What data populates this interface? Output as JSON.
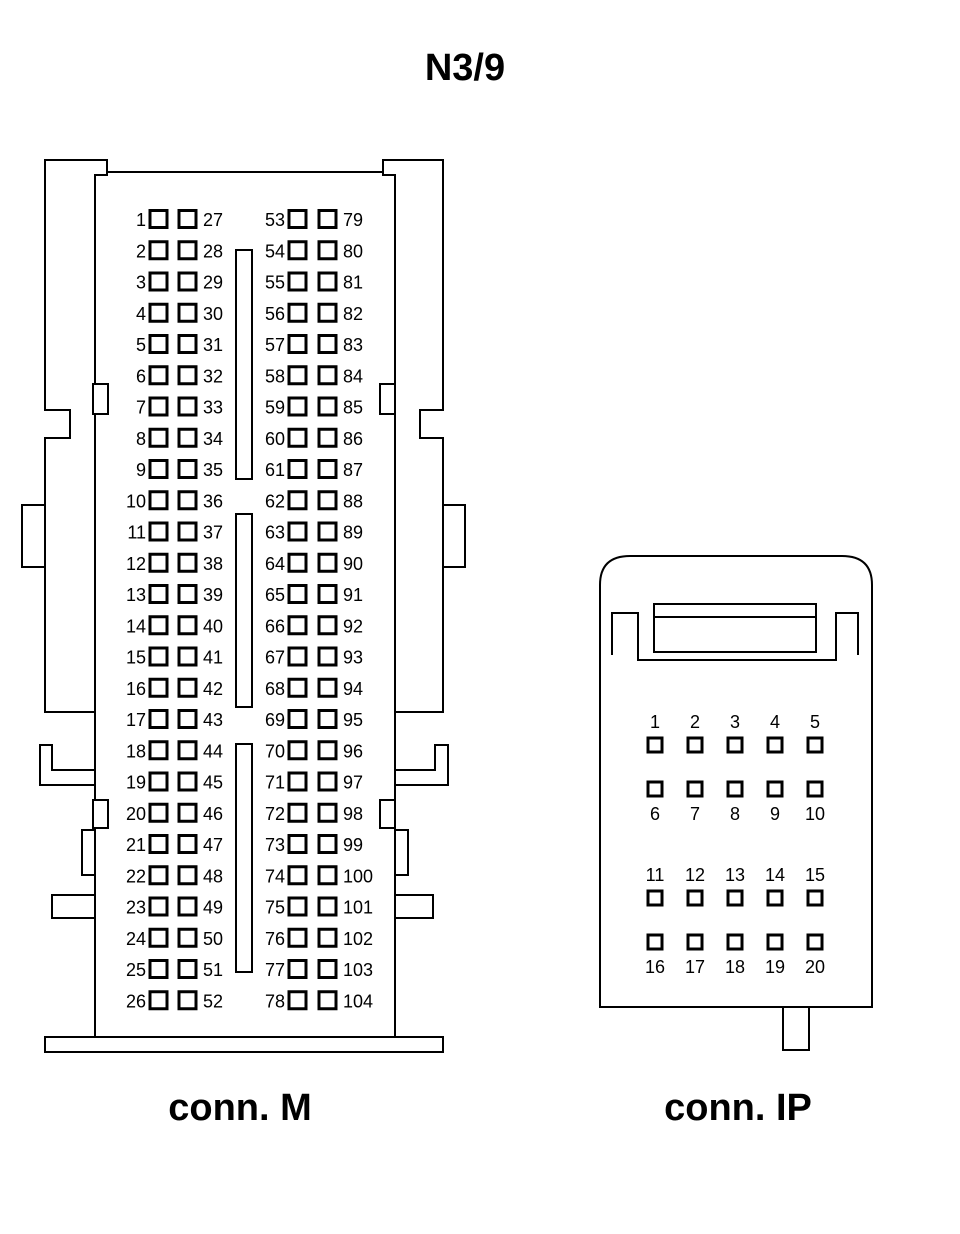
{
  "title": "N3/9",
  "connector_m": {
    "caption": "conn. M",
    "left_column": {
      "outer": [
        "1",
        "2",
        "3",
        "4",
        "5",
        "6",
        "7",
        "8",
        "9",
        "10",
        "11",
        "12",
        "13",
        "14",
        "15",
        "16",
        "17",
        "18",
        "19",
        "20",
        "21",
        "22",
        "23",
        "24",
        "25",
        "26"
      ],
      "inner": [
        "27",
        "28",
        "29",
        "30",
        "31",
        "32",
        "33",
        "34",
        "35",
        "36",
        "37",
        "38",
        "39",
        "40",
        "41",
        "42",
        "43",
        "44",
        "45",
        "46",
        "47",
        "48",
        "49",
        "50",
        "51",
        "52"
      ]
    },
    "right_column": {
      "inner": [
        "53",
        "54",
        "55",
        "56",
        "57",
        "58",
        "59",
        "60",
        "61",
        "62",
        "63",
        "64",
        "65",
        "66",
        "67",
        "68",
        "69",
        "70",
        "71",
        "72",
        "73",
        "74",
        "75",
        "76",
        "77",
        "78"
      ],
      "outer": [
        "79",
        "80",
        "81",
        "82",
        "83",
        "84",
        "85",
        "86",
        "87",
        "88",
        "89",
        "90",
        "91",
        "92",
        "93",
        "94",
        "95",
        "96",
        "97",
        "98",
        "99",
        "100",
        "101",
        "102",
        "103",
        "104"
      ]
    }
  },
  "connector_ip": {
    "caption": "conn. IP",
    "rows": [
      {
        "labels": [
          "1",
          "2",
          "3",
          "4",
          "5"
        ],
        "label_side": "above"
      },
      {
        "labels": [
          "6",
          "7",
          "8",
          "9",
          "10"
        ],
        "label_side": "below"
      },
      {
        "labels": [
          "11",
          "12",
          "13",
          "14",
          "15"
        ],
        "label_side": "above"
      },
      {
        "labels": [
          "16",
          "17",
          "18",
          "19",
          "20"
        ],
        "label_side": "below"
      }
    ]
  }
}
